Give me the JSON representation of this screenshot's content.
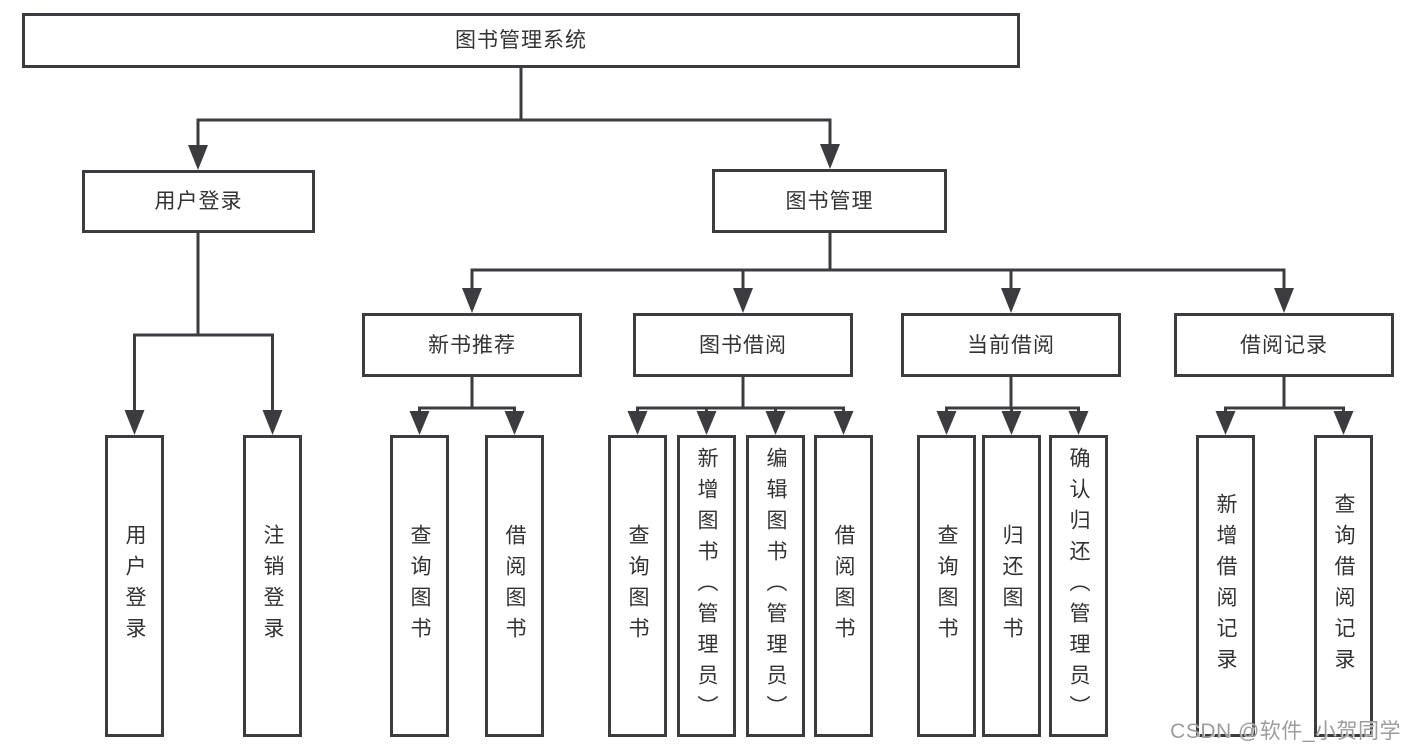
{
  "tree": {
    "root": {
      "label": "图书管理系统"
    },
    "branches": [
      {
        "label": "用户登录",
        "children": [
          {
            "label": "用户登录"
          },
          {
            "label": "注销登录"
          }
        ]
      },
      {
        "label": "图书管理",
        "children": [
          {
            "label": "新书推荐",
            "children": [
              {
                "label": "查询图书"
              },
              {
                "label": "借阅图书"
              }
            ]
          },
          {
            "label": "图书借阅",
            "children": [
              {
                "label": "查询图书"
              },
              {
                "label": "新增图书（管理员）"
              },
              {
                "label": "编辑图书（管理员）"
              },
              {
                "label": "借阅图书"
              }
            ]
          },
          {
            "label": "当前借阅",
            "children": [
              {
                "label": "查询图书"
              },
              {
                "label": "归还图书"
              },
              {
                "label": "确认归还（管理员）"
              }
            ]
          },
          {
            "label": "借阅记录",
            "children": [
              {
                "label": "新增借阅记录"
              },
              {
                "label": "查询借阅记录"
              }
            ]
          }
        ]
      }
    ]
  },
  "watermark": {
    "text": "CSDN @软件_小贺同学"
  },
  "colors": {
    "line": "#3c3c40",
    "text": "#333333",
    "watermark": "#9c9c9c",
    "background": "#ffffff"
  }
}
